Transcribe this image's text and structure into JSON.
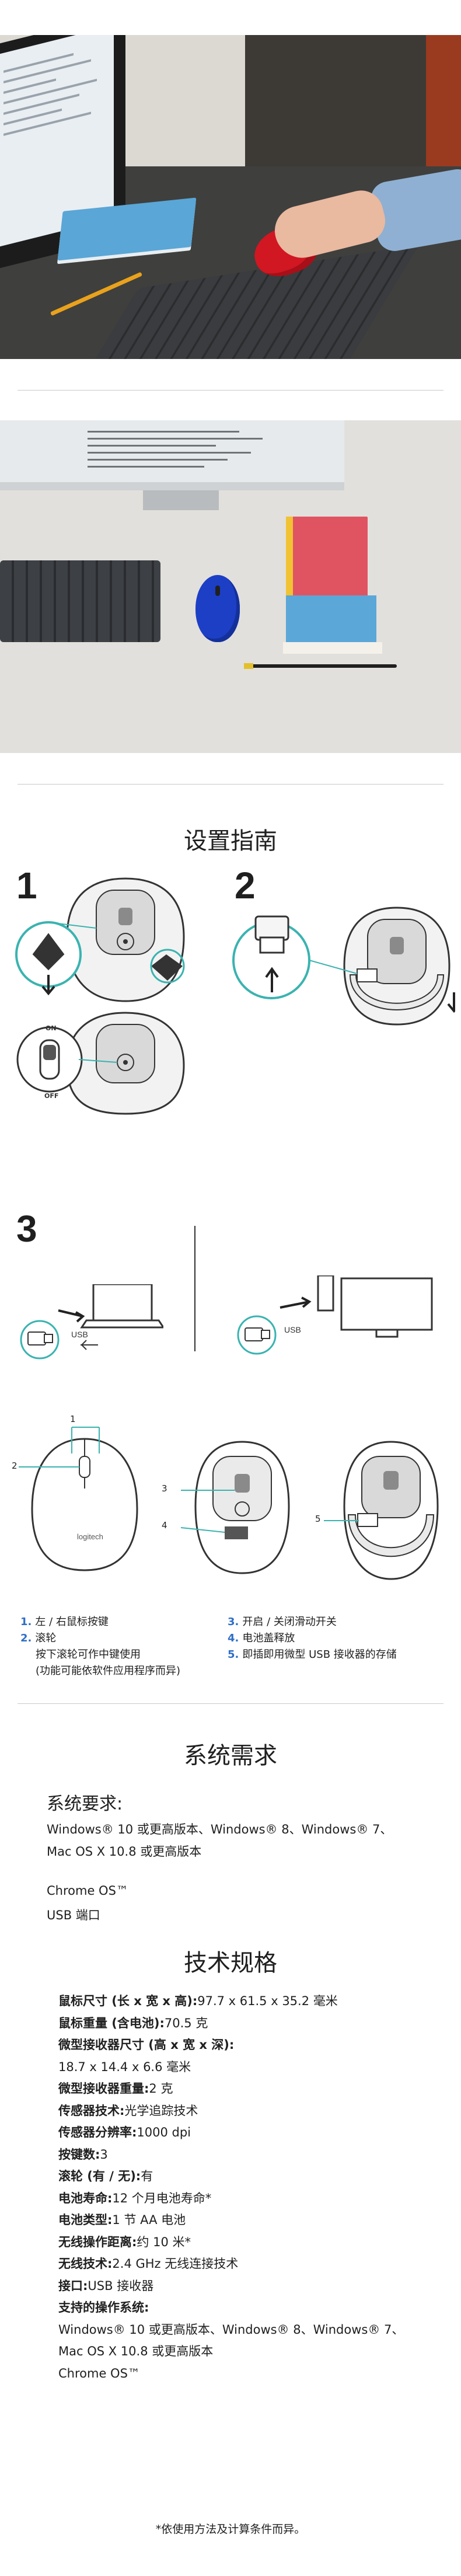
{
  "setup": {
    "title": "设置指南",
    "steps": [
      "1",
      "2",
      "3"
    ],
    "diagram_labels": {
      "switch_on": "ON",
      "switch_off": "OFF",
      "usb": "USB",
      "callout_1": "1",
      "callout_2": "2",
      "callout_3": "3",
      "callout_4": "4",
      "callout_5": "5",
      "mouse_brand": "logitech"
    },
    "legend": [
      {
        "num": "1.",
        "text": "左 / 右鼠标按键"
      },
      {
        "num": "2.",
        "text": "滚轮",
        "notes": [
          "按下滚轮可作中键使用",
          "(功能可能依软件应用程序而异)"
        ]
      },
      {
        "num": "3.",
        "text": "开启 / 关闭滑动开关"
      },
      {
        "num": "4.",
        "text": "电池盖释放"
      },
      {
        "num": "5.",
        "text": "即插即用微型 USB 接收器的存储"
      }
    ]
  },
  "requirements": {
    "title": "系统需求",
    "subtitle": "系统要求:",
    "lines": [
      "Windows® 10 或更高版本、Windows® 8、Windows® 7、",
      "Mac OS X 10.8 或更高版本"
    ],
    "extra": [
      "Chrome OS™",
      "USB 端口"
    ]
  },
  "specs": {
    "title": "技术规格",
    "items": [
      {
        "key": "鼠标尺寸 (长 x 宽 x 高):",
        "value": "97.7 x 61.5 x 35.2 毫米"
      },
      {
        "key": "鼠标重量 (含电池):",
        "value": "70.5 克"
      },
      {
        "key": "微型接收器尺寸 (高 x 宽 x 深):",
        "value": ""
      },
      {
        "key": "",
        "value": "18.7 x 14.4 x 6.6 毫米"
      },
      {
        "key": "微型接收器重量:",
        "value": "2 克"
      },
      {
        "key": "传感器技术:",
        "value": "光学追踪技术"
      },
      {
        "key": "传感器分辨率:",
        "value": "1000 dpi"
      },
      {
        "key": "按键数:",
        "value": "3"
      },
      {
        "key": "滚轮 (有 / 无):",
        "value": "有"
      },
      {
        "key": "电池寿命:",
        "value": "12 个月电池寿命*"
      },
      {
        "key": "电池类型:",
        "value": "1 节 AA 电池"
      },
      {
        "key": "无线操作距离:",
        "value": "约 10 米*"
      },
      {
        "key": "无线技术:",
        "value": "2.4 GHz 无线连接技术"
      },
      {
        "key": "接口:",
        "value": "USB 接收器"
      },
      {
        "key": "支持的操作系统:",
        "value": ""
      },
      {
        "key": "",
        "value": "Windows® 10 或更高版本、Windows® 8、Windows® 7、"
      },
      {
        "key": "",
        "value": "Mac OS X 10.8 或更高版本"
      },
      {
        "key": "",
        "value": "Chrome OS™"
      }
    ],
    "footnote": "*依使用方法及计算条件而异。"
  },
  "colors": {
    "accent_blue": "#2f6ec6",
    "mouse_red": "#d01722",
    "mouse_blue": "#1c3fc6",
    "diagram_teal": "#3ab3b0"
  }
}
